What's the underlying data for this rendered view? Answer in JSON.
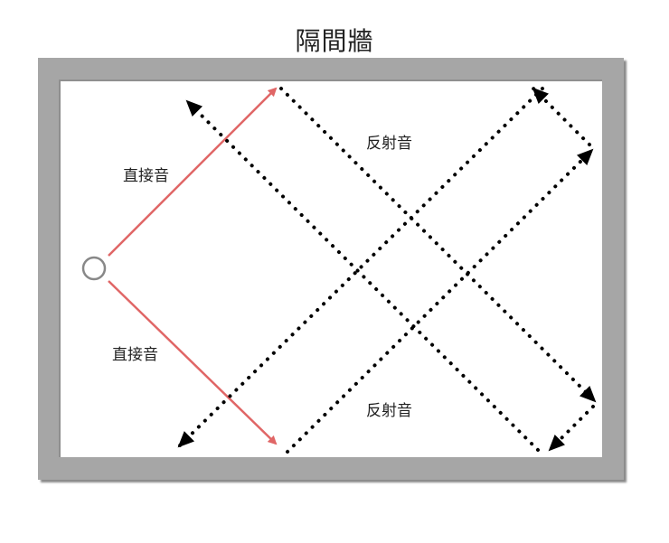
{
  "title": "隔間牆",
  "labels": {
    "direct_upper": "直接音",
    "direct_lower": "直接音",
    "reflect_upper": "反射音",
    "reflect_lower": "反射音"
  },
  "colors": {
    "wall": "#a6a6a6",
    "room": "#ffffff",
    "direct_line": "#e06666",
    "reflect_line": "#000000",
    "source": "#888888"
  },
  "elements": {
    "source": "sound-source-circle",
    "direct_paths": 2,
    "reflected_paths": 6
  }
}
